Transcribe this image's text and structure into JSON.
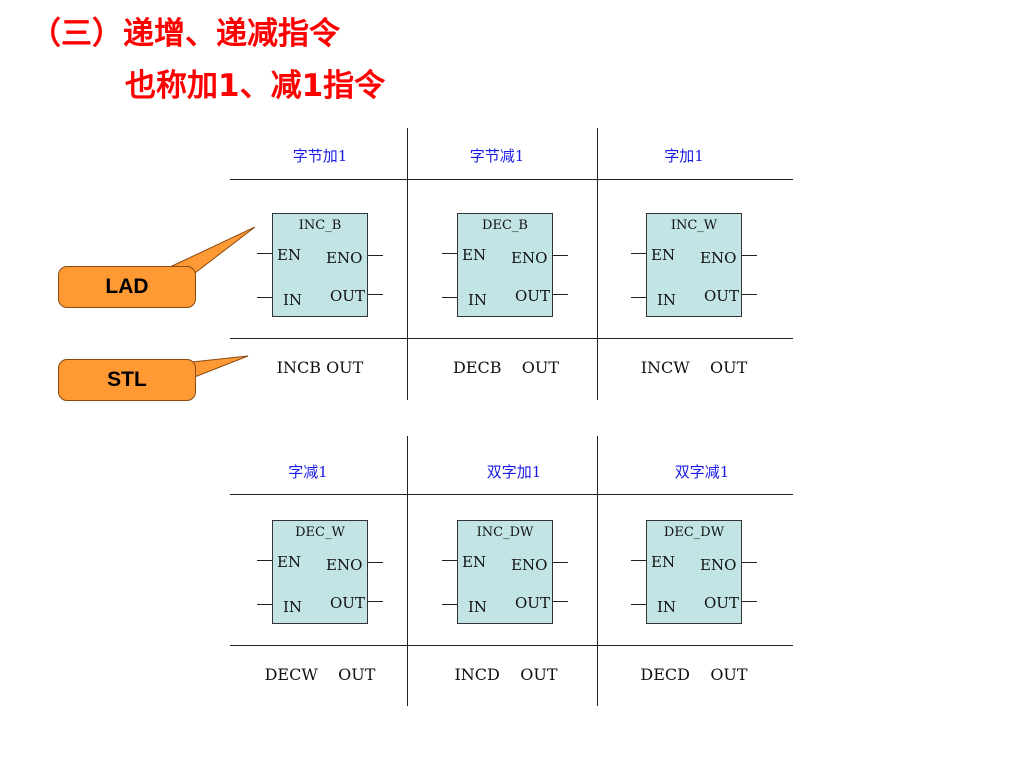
{
  "title": {
    "line1": "（三）递增、递减指令",
    "line2": "也称加1、减1指令"
  },
  "callouts": {
    "lad": "LAD",
    "stl": "STL"
  },
  "colors": {
    "title": "#ff0000",
    "header_text": "#1a1ae6",
    "block_fill": "#c2e4e4",
    "callout_fill": "#ff9933"
  },
  "tables": [
    {
      "cells": [
        {
          "header": "字节加1",
          "block": "INC_B",
          "en": "EN",
          "eno": "ENO",
          "in": "IN",
          "out": "OUT",
          "stl": "INCB OUT"
        },
        {
          "header": "字节减1",
          "block": "DEC_B",
          "en": "EN",
          "eno": "ENO",
          "in": "IN",
          "out": "OUT",
          "stl": "DECB    OUT"
        },
        {
          "header": "字加1",
          "block": "INC_W",
          "en": "EN",
          "eno": "ENO",
          "in": "IN",
          "out": "OUT",
          "stl": "INCW    OUT"
        }
      ]
    },
    {
      "cells": [
        {
          "header": "字减1",
          "block": "DEC_W",
          "en": "EN",
          "eno": "ENO",
          "in": "IN",
          "out": "OUT",
          "stl": "DECW    OUT"
        },
        {
          "header": "双字加1",
          "block": "INC_DW",
          "en": "EN",
          "eno": "ENO",
          "in": "IN",
          "out": "OUT",
          "stl": "INCD    OUT"
        },
        {
          "header": "双字减1",
          "block": "DEC_DW",
          "en": "EN",
          "eno": "ENO",
          "in": "IN",
          "out": "OUT",
          "stl": "DECD    OUT"
        }
      ]
    }
  ]
}
